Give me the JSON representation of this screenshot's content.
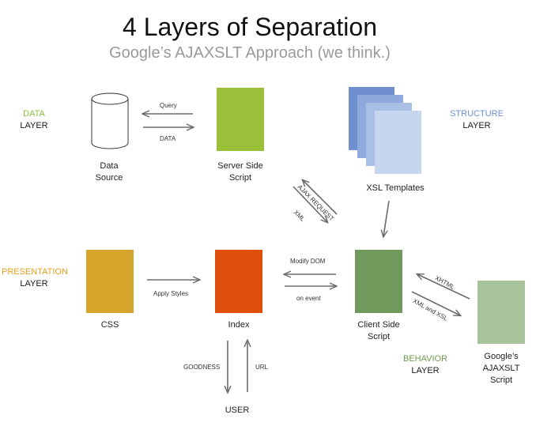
{
  "header": {
    "title": "4 Layers of Separation",
    "subtitle": "Google’s AJAXSLT Approach (we think.)"
  },
  "layers": {
    "data": {
      "name": "DATA",
      "suffix": "LAYER",
      "color": "#8bbf3a"
    },
    "structure": {
      "name": "STRUCTURE",
      "suffix": "LAYER",
      "color": "#6f8fcf"
    },
    "presentation": {
      "name": "PRESENTATION",
      "suffix": "LAYER",
      "color": "#e0a21e"
    },
    "behavior": {
      "name": "BEHAVIOR",
      "suffix": "LAYER",
      "color": "#6d9a4e"
    }
  },
  "nodes": {
    "data_source": {
      "label": "Data\nSource"
    },
    "server_script": {
      "label": "Server Side\nScript",
      "color": "#9ac03a"
    },
    "xsl_templates": {
      "label": "XSL Templates",
      "colors": [
        "#6f8fcf",
        "#8ea9db",
        "#aabfe6",
        "#c7d6ef"
      ]
    },
    "css": {
      "label": "CSS",
      "color": "#d6a52c"
    },
    "index": {
      "label": "Index",
      "color": "#de4f0b"
    },
    "client_script": {
      "label": "Client Side\nScript",
      "color": "#6f9a5c"
    },
    "ajaxslt_script": {
      "label": "Google’s\nAJAXSLT\nScript",
      "color": "#a9c49a"
    },
    "user": {
      "label": "USER"
    }
  },
  "edges": {
    "query": "Query",
    "data": "DATA",
    "ajax_request": "AJAX REQUEST",
    "xml": "XML",
    "apply_styles": "Apply Styles",
    "modify_dom": "Modify DOM",
    "on_event": "on event",
    "xhtml": "XHTML",
    "xml_and_xsl": "XML and XSL",
    "goodness": "GOODNESS",
    "url": "URL"
  }
}
